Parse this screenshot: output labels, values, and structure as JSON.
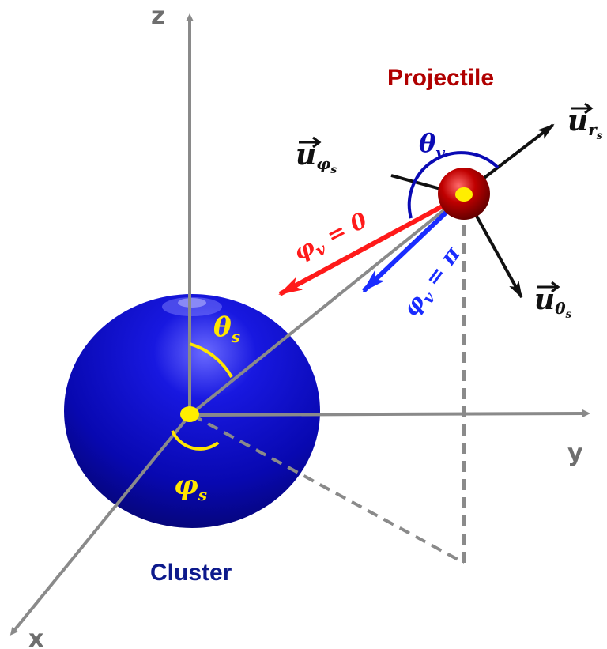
{
  "axes": {
    "x": "x",
    "y": "y",
    "z": "z"
  },
  "labels": {
    "projectile": "Projectile",
    "cluster": "Cluster"
  },
  "symbols": {
    "theta_s": {
      "base": "θ",
      "sub": "s"
    },
    "phi_s": {
      "base": "φ",
      "sub": "s"
    },
    "theta_v": {
      "base": "θ",
      "sub": "v"
    },
    "phi_v_zero": {
      "base": "φ",
      "sub": "v",
      "rest": " = 0"
    },
    "phi_v_pi": {
      "base": "φ",
      "sub": "v",
      "rest": " = π"
    },
    "u_r": {
      "base": "u",
      "sub": "r",
      "subsub": "s"
    },
    "u_phi": {
      "base": "u",
      "sub": "φ",
      "subsub": "s"
    },
    "u_theta": {
      "base": "u",
      "sub": "θ",
      "subsub": "s"
    }
  },
  "colors": {
    "axis": "#8a8a8a",
    "axis_label": "#6e6e6e",
    "cluster_sphere": "#0a0ab4",
    "cluster_label": "#0d1a8c",
    "projectile_sphere": "#a80000",
    "projectile_label": "#b00000",
    "origin_dot": "#ffee00",
    "angle_arc": "#ffe600",
    "arrow_red": "#ff1a1a",
    "arrow_blue": "#1a2cff",
    "unit_vectors": "#111111",
    "theta_v_arc": "#0a0ab4"
  }
}
